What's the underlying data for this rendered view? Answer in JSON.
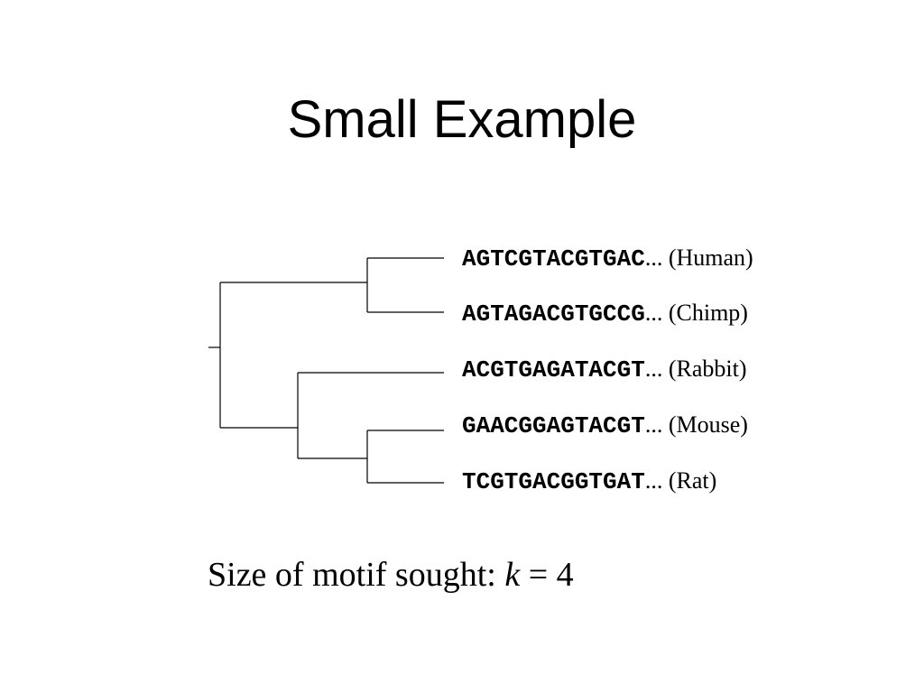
{
  "title": "Small Example",
  "leaves": [
    {
      "sequence": "AGTCGTACGTGAC",
      "dots": "...",
      "species": "(Human)"
    },
    {
      "sequence": "AGTAGACGTGCCG",
      "dots": "...",
      "species": "(Chimp)"
    },
    {
      "sequence": "ACGTGAGATACGT",
      "dots": "...",
      "species": "(Rabbit)"
    },
    {
      "sequence": "GAACGGAGTACGT",
      "dots": "...",
      "species": "(Mouse)"
    },
    {
      "sequence": "TCGTGACGGTGAT",
      "dots": "...",
      "species": "(Rat)"
    }
  ],
  "caption": {
    "prefix": "Size of motif sought: ",
    "variable": "k",
    "suffix": " = 4"
  }
}
